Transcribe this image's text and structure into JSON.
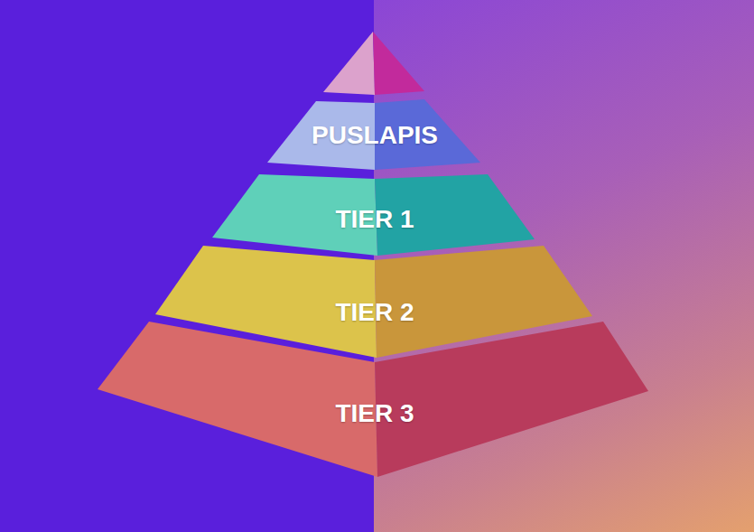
{
  "diagram": {
    "nodes": [
      {
        "text": [
          "PUSLAPIS"
        ]
      },
      {
        "text": [
          "TIER 1"
        ]
      },
      {
        "text": [
          "TIER 2"
        ]
      },
      {
        "text": [
          "TIER 3"
        ]
      }
    ]
  }
}
